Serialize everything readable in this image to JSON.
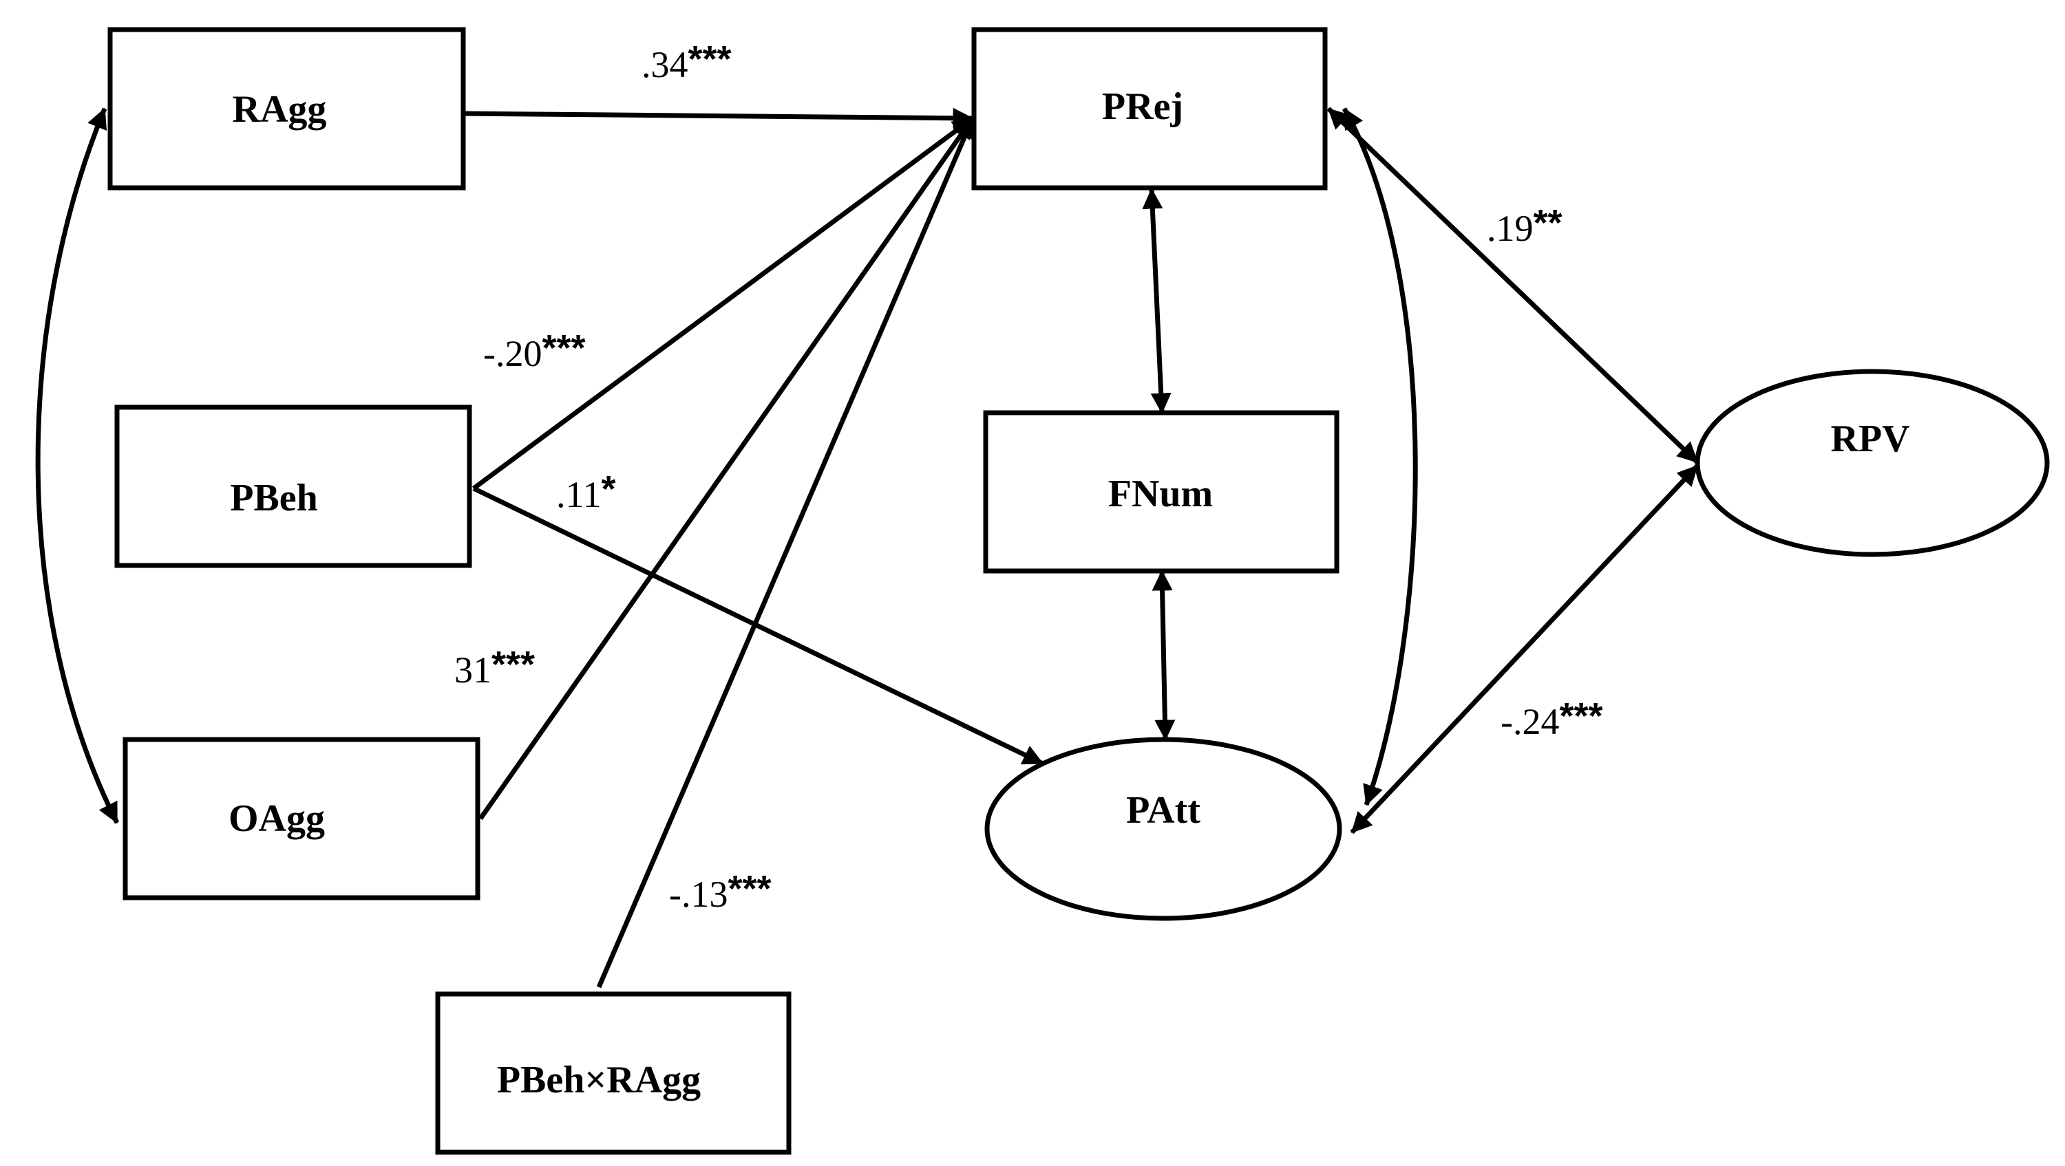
{
  "diagram": {
    "nodes": {
      "ragg": "RAgg",
      "pbeh": "PBeh",
      "oagg": "OAgg",
      "pbeh_x_ragg": "PBeh×RAgg",
      "prej": "PRej",
      "fnum": "FNum",
      "patt": "PAtt",
      "rpv": "RPV"
    },
    "paths": {
      "ragg_prej": {
        "value": ".34",
        "sig": "***"
      },
      "pbeh_prej": {
        "value": "-.20",
        "sig": "***"
      },
      "pbeh_patt": {
        "value": ".11",
        "sig": "*"
      },
      "oagg_prej": {
        "value": "31",
        "sig": "***"
      },
      "pbeh_x_ragg_prej": {
        "value": "-.13",
        "sig": "***"
      },
      "prej_rpv": {
        "value": ".19",
        "sig": "**"
      },
      "patt_rpv": {
        "value": "-.24",
        "sig": "***"
      }
    }
  }
}
